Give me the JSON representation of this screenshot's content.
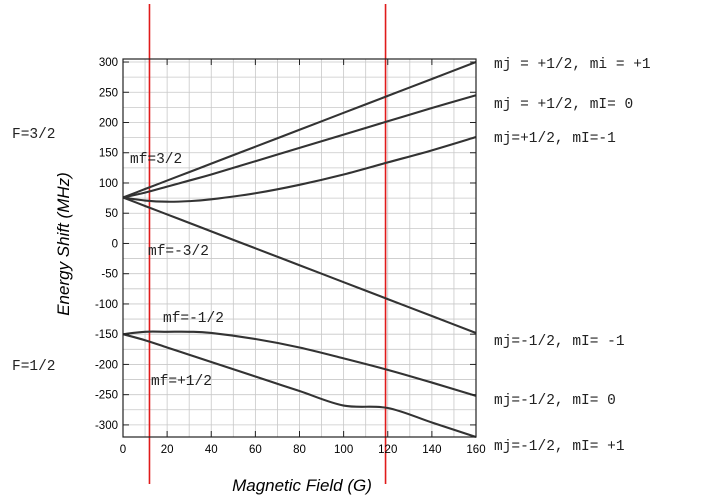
{
  "chart_data": {
    "type": "line",
    "xlabel": "Magnetic Field (G)",
    "ylabel": "Energy Shift (MHz)",
    "xlim": [
      0,
      160
    ],
    "ylim": [
      -320,
      305
    ],
    "xticks": [
      0,
      20,
      40,
      60,
      80,
      100,
      120,
      140,
      160
    ],
    "yticks": [
      300,
      250,
      200,
      150,
      100,
      50,
      0,
      -50,
      -100,
      -150,
      -200,
      -250,
      -300
    ],
    "grid": true,
    "x": [
      0,
      10,
      20,
      30,
      40,
      60,
      80,
      100,
      120,
      140,
      160
    ],
    "series": [
      {
        "name": "mj = +1/2, mi = +1",
        "values": [
          76,
          90,
          104,
          118,
          132,
          160,
          188,
          216,
          244,
          272,
          300
        ]
      },
      {
        "name": "mj = +1/2, mI= 0",
        "values": [
          76,
          84,
          94,
          104,
          114,
          136,
          158,
          180,
          202,
          224,
          245
        ]
      },
      {
        "name": "mj=+1/2, mI=-1",
        "values": [
          76,
          71,
          69,
          70,
          73,
          83,
          97,
          114,
          134,
          154,
          176
        ]
      },
      {
        "name": "mj=-1/2, mI= -1",
        "values": [
          76,
          62,
          48,
          34,
          20,
          -8,
          -36,
          -64,
          -92,
          -120,
          -148
        ]
      },
      {
        "name": "mj=-1/2, mI= 0",
        "values": [
          -150,
          -146,
          -146,
          -146,
          -148,
          -158,
          -172,
          -190,
          -209,
          -230,
          -252
        ]
      },
      {
        "name": "mj=-1/2, mI= +1",
        "values": [
          -150,
          -160,
          -172,
          -184,
          -196,
          -220,
          -244,
          -268,
          -272,
          -296,
          -320
        ]
      }
    ],
    "vertical_markers": [
      {
        "x": 12,
        "color": "#e01b1b"
      },
      {
        "x": 119,
        "color": "#e01b1b"
      }
    ],
    "curve_labels": [
      "mf=3/2",
      "mf=-3/2",
      "mf=-1/2",
      "mf=+1/2"
    ],
    "level_labels": [
      "F=3/2",
      "F=1/2"
    ]
  }
}
